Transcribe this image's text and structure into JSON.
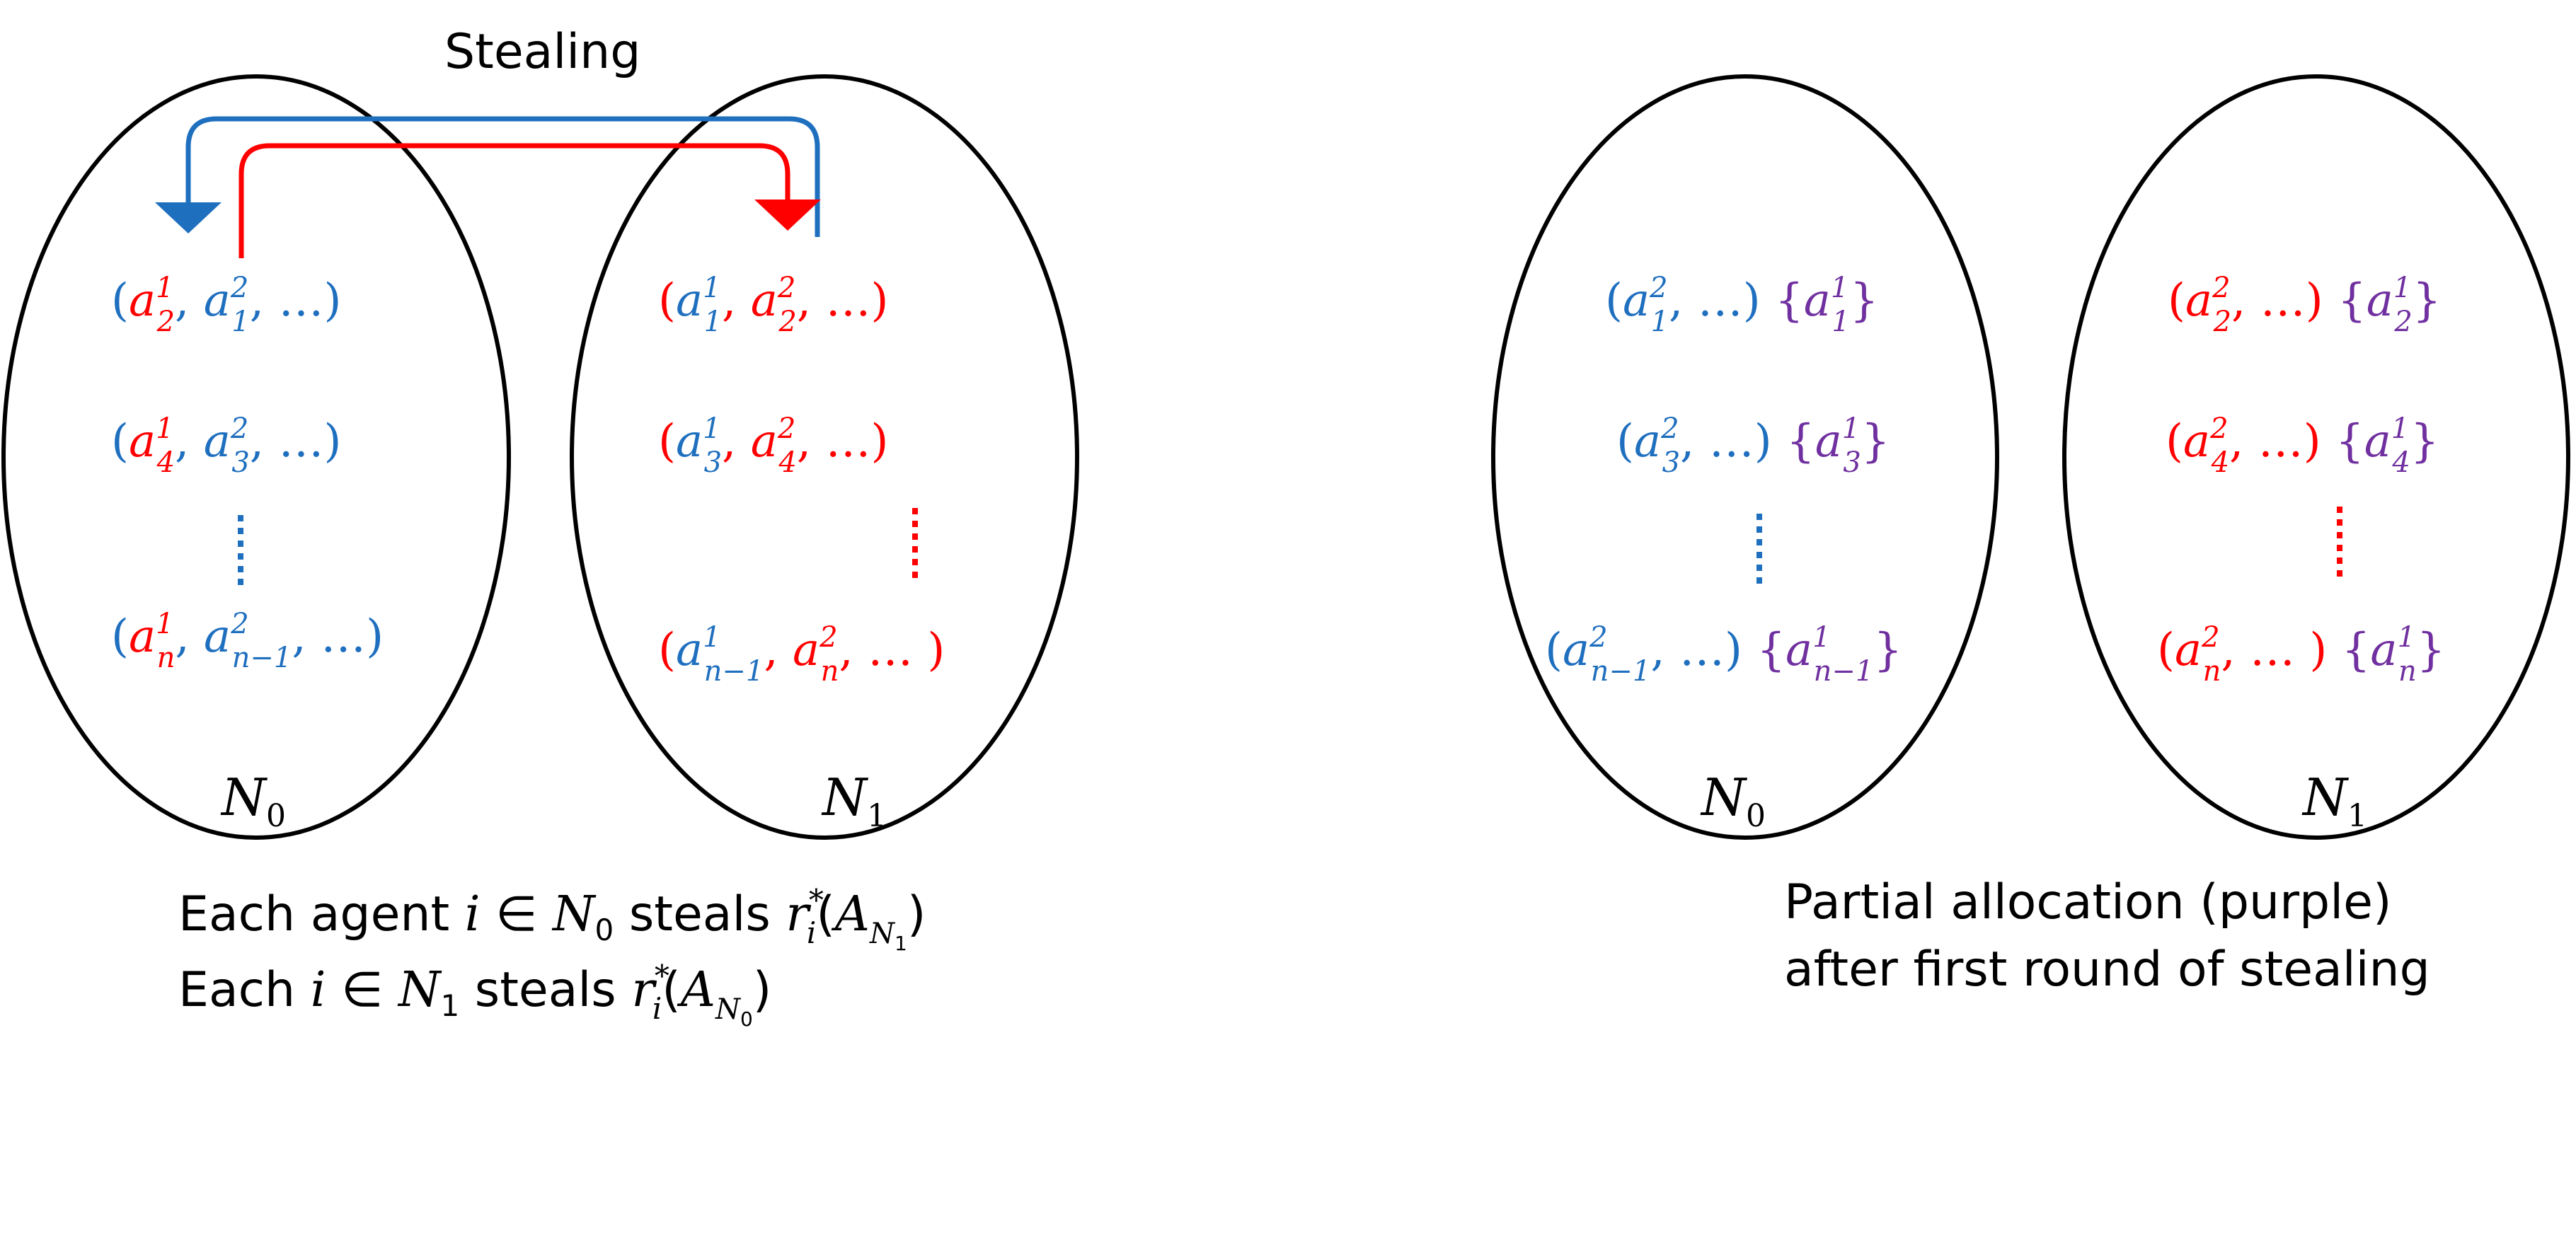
{
  "colors": {
    "blue": "#1F6FBF",
    "red": "#FF0000",
    "purple": "#7030A0",
    "black": "#000000"
  },
  "left": {
    "arrow_label": "Stealing",
    "set0_label": "N",
    "set0_sub": "0",
    "set1_label": "N",
    "set1_sub": "1",
    "caption_line1": "Each agent i ∈ N0 steals ri*(AN1)",
    "caption_line2": "Each i ∈ N1 steals ri*(AN0)"
  },
  "right": {
    "set0_label": "N",
    "set0_sub": "0",
    "set1_label": "N",
    "set1_sub": "1",
    "caption_line1": "Partial allocation (purple)",
    "caption_line2": "after first round of stealing"
  }
}
